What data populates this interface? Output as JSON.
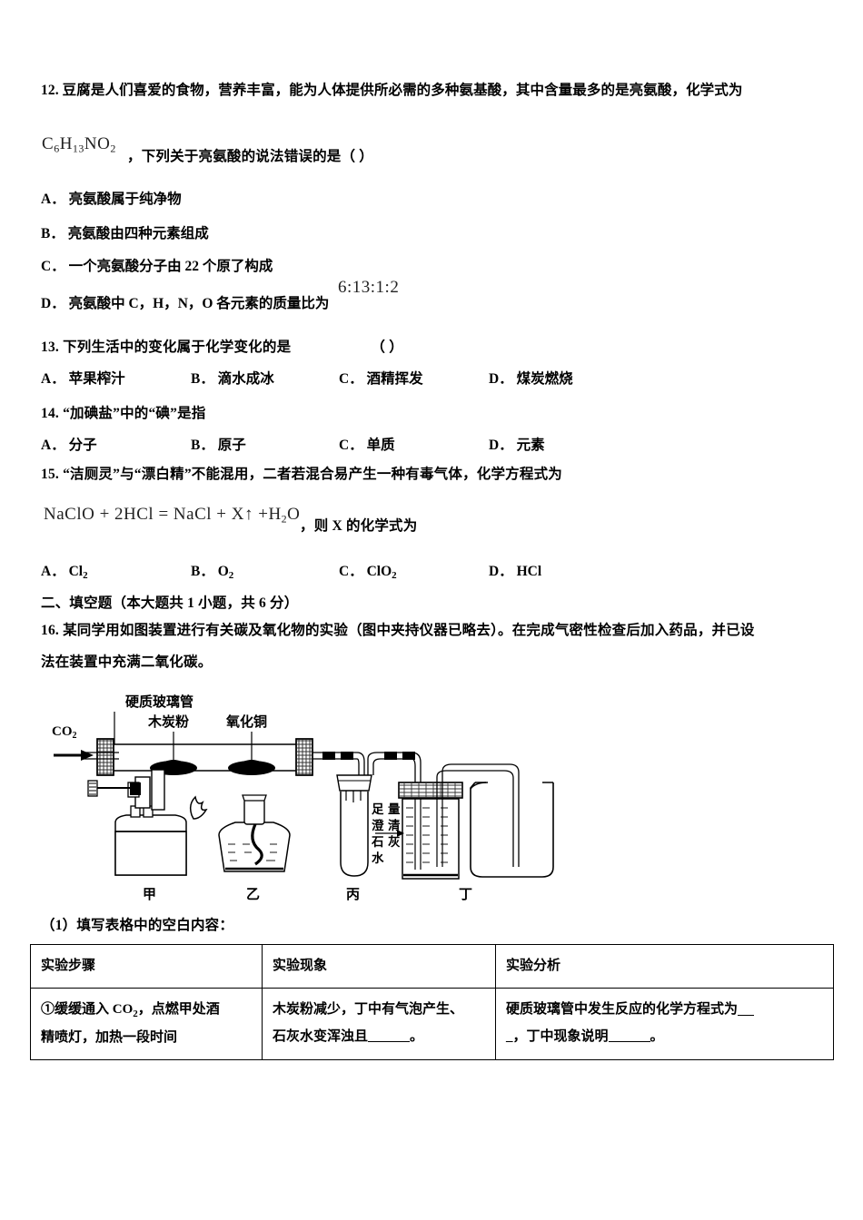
{
  "document": {
    "type": "exam-paper",
    "subject_language": "zh-CN"
  },
  "questions": [
    {
      "number": "12.",
      "stem_part1": "豆腐是人们喜爱的食物，营养丰富，能为人体提供所必需的多种氨基酸，其中含量最多的是亮氨酸，化学式为",
      "formula": "C6H13NO2",
      "stem_part2": "，下列关于亮氨酸的说法错误的是（      ）",
      "options": [
        {
          "letter": "A．",
          "text": "亮氨酸属于纯净物"
        },
        {
          "letter": "B．",
          "text": "亮氨酸由四种元素组成"
        },
        {
          "letter": "C．",
          "text": "一个亮氨酸分子由 22 个原了构成"
        },
        {
          "letter": "D．",
          "text": "亮氨酸中 C，H，N，O 各元素的质量比为",
          "math": "6:13:1:2"
        }
      ]
    },
    {
      "number": "13.",
      "stem": "下列生活中的变化属于化学变化的是",
      "bracket": "（  ）",
      "options": [
        {
          "letter": "A．",
          "text": "苹果榨汁"
        },
        {
          "letter": "B．",
          "text": "滴水成冰"
        },
        {
          "letter": "C．",
          "text": "酒精挥发"
        },
        {
          "letter": "D．",
          "text": "煤炭燃烧"
        }
      ]
    },
    {
      "number": "14.",
      "stem": "“加碘盐”中的“碘”是指",
      "options": [
        {
          "letter": "A．",
          "text": "分子"
        },
        {
          "letter": "B．",
          "text": "原子"
        },
        {
          "letter": "C．",
          "text": "单质"
        },
        {
          "letter": "D．",
          "text": "元素"
        }
      ]
    },
    {
      "number": "15.",
      "stem": "“洁厕灵”与“漂白精”不能混用，二者若混合易产生一种有毒气体，化学方程式为",
      "equation": "NaClO + 2HCl = NaCl + X↑ +H2O",
      "stem_after_equation": "，则 X 的化学式为",
      "options": [
        {
          "letter": "A．",
          "text": "Cl2"
        },
        {
          "letter": "B．",
          "text": "O2"
        },
        {
          "letter": "C．",
          "text": "ClO2"
        },
        {
          "letter": "D．",
          "text": "HCl"
        }
      ]
    }
  ],
  "section2": {
    "heading": "二、填空题（本大题共 1 小题，共 6 分）",
    "question": {
      "number": "16.",
      "stem_line1": "某同学用如图装置进行有关碳及氧化物的实验（图中夹持仪器已略去）。在完成气密性检查后加入药品，并已设",
      "stem_line2": "法在装置中充满二氧化碳。"
    },
    "subquestion_1": "（1）填写表格中的空白内容：",
    "table": {
      "headers": [
        "实验步骤",
        "实验现象",
        "实验分析"
      ],
      "rows": [
        {
          "step": "①缓缓通入 CO2，点燃甲处酒精喷灯，加热一段时间",
          "step_line1": "①缓缓通入 CO2，点燃甲处酒",
          "step_line2": "精喷灯，加热一段时间",
          "phenomenon_line1": "木炭粉减少，丁中有气泡产生、",
          "phenomenon_line2_pre": "石灰水变浑浊且",
          "phenomenon_line2_post": "。",
          "analysis_line1_pre": "硬质玻璃管中发生反应的化学方程式为",
          "analysis_line2_pre": "_，丁中现象说明",
          "analysis_line2_post": "。"
        }
      ]
    }
  },
  "figure": {
    "name": "carbon-oxide-experiment-apparatus",
    "labels": {
      "inlet_gas": "CO2",
      "hard_glass_tube": "硬质玻璃管",
      "charcoal_powder": "木炭粉",
      "copper_oxide": "氧化铜",
      "limewater_col1": "足澄石水",
      "limewater_col2": "量清灰",
      "limewater_full": "足量澄清石灰水",
      "apparatus_a": "甲",
      "apparatus_b": "乙",
      "apparatus_c": "丙",
      "apparatus_d": "丁"
    }
  },
  "colors": {
    "ink": "#000000",
    "paper": "#ffffff",
    "math_ink": "#222222"
  }
}
